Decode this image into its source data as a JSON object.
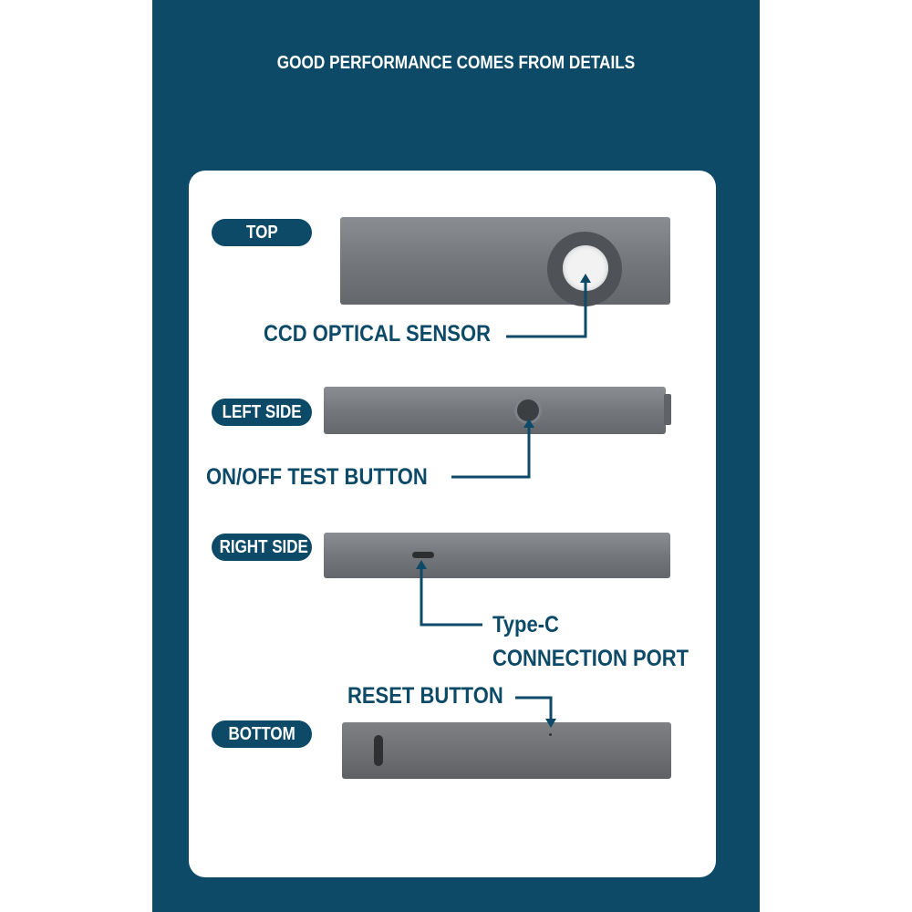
{
  "headline": "GOOD PERFORMANCE COMES FROM DETAILS",
  "views": {
    "top": "TOP",
    "left_side": "LEFT SIDE",
    "right_side": "RIGHT SIDE",
    "bottom": "BOTTOM"
  },
  "callouts": {
    "ccd_sensor": "CCD OPTICAL SENSOR",
    "test_button": "ON/OFF TEST BUTTON",
    "type_c_line1": "Type-C",
    "type_c_line2": "CONNECTION PORT",
    "reset_button": "RESET BUTTON"
  },
  "colors": {
    "brand_navy": "#0d4a68",
    "card": "#ffffff",
    "device_gray": "#74777b"
  }
}
